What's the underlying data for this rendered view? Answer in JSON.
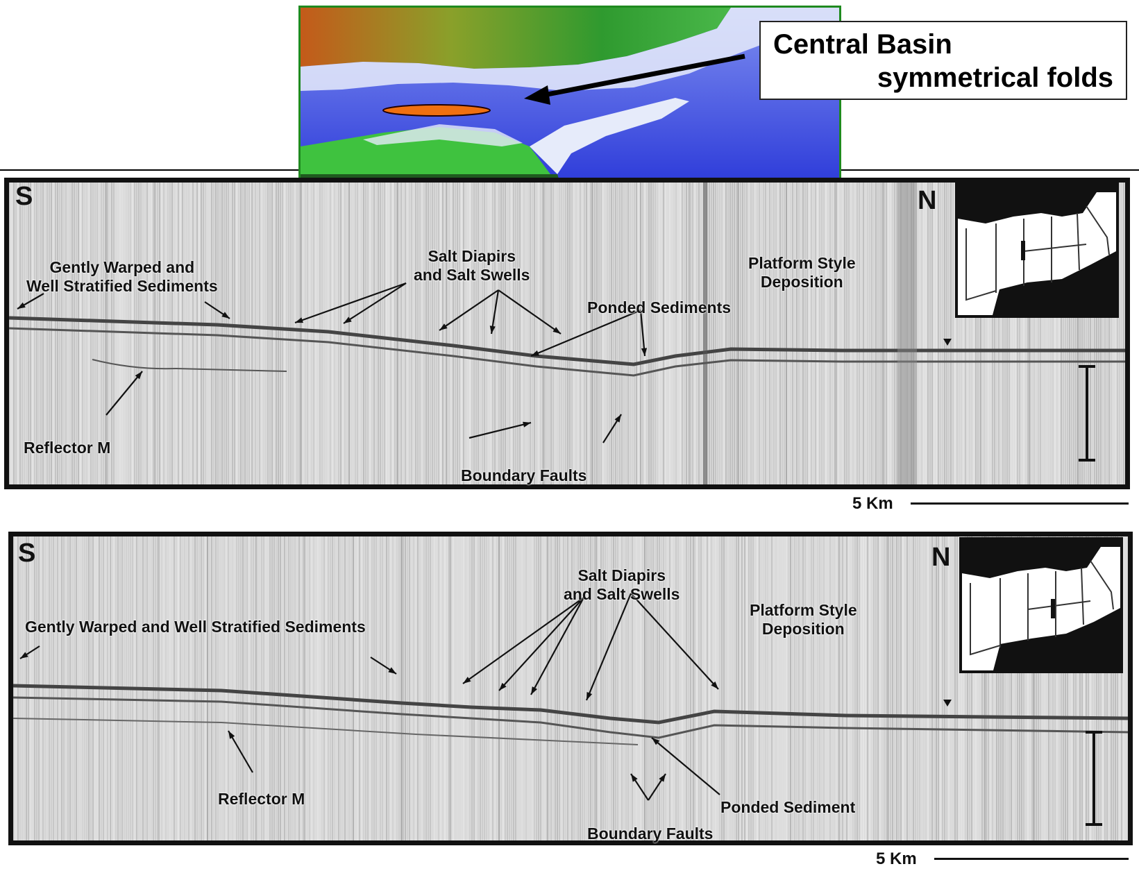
{
  "callout": {
    "line1": "Central Basin",
    "line2": "symmetrical folds"
  },
  "panel_top": {
    "dir_left": "S",
    "dir_right": "N",
    "labels": {
      "gently_warped": "Gently Warped and\nWell Stratified Sediments",
      "salt_diapirs": "Salt Diapirs\nand Salt Swells",
      "ponded": "Ponded Sediments",
      "platform": "Platform Style\nDeposition",
      "reflector": "Reflector M",
      "boundary": "Boundary Faults"
    },
    "scale": "5 Km"
  },
  "panel_bottom": {
    "dir_left": "S",
    "dir_right": "N",
    "labels": {
      "gently_warped": "Gently Warped and Well Stratified Sediments",
      "salt_diapirs": "Salt Diapirs\nand Salt Swells",
      "platform": "Platform Style\nDeposition",
      "reflector": "Reflector M",
      "ponded": "Ponded Sediment",
      "boundary": "Boundary Faults"
    },
    "scale": "5 Km"
  },
  "colors": {
    "map_frame": "#1f8a1f",
    "sea": "#3a4fe6",
    "land": "#3fc23f",
    "highland": "#d2691e",
    "ellipse": "#f07010"
  }
}
